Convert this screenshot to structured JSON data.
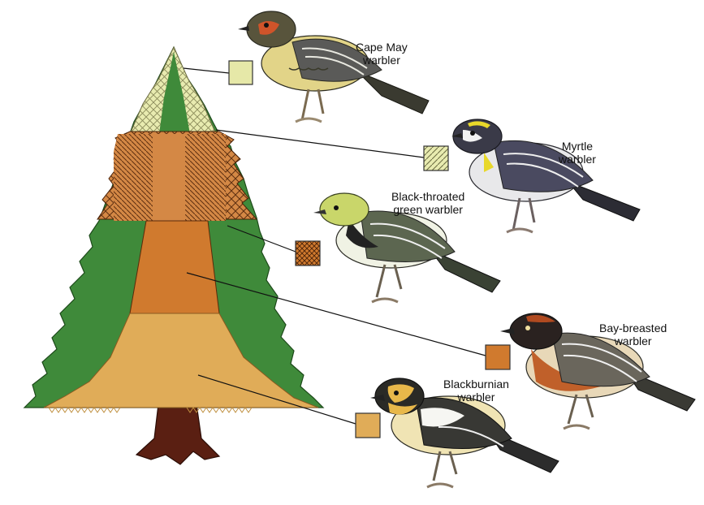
{
  "colors": {
    "pale_yellow": "#e6e8a8",
    "light_orange_brown": "#cf7f3a",
    "orange": "#d07a2e",
    "golden": "#e0ac58",
    "tree_green": "#3f8a3a",
    "trunk": "#5a1f12"
  },
  "warblers": [
    {
      "line1": "Cape May",
      "line2": "warbler",
      "zone": "treetop",
      "swatch": "pale-yellow-solid"
    },
    {
      "line1": "Myrtle",
      "line2": "warbler",
      "zone": "upper-outer",
      "swatch": "pale-yellow-hatched"
    },
    {
      "line1": "Black-throated",
      "line2": "green warbler",
      "zone": "upper-branches",
      "swatch": "orange-crosshatched"
    },
    {
      "line1": "Bay-breasted",
      "line2": "warbler",
      "zone": "middle-interior",
      "swatch": "orange-solid"
    },
    {
      "line1": "Blackburnian",
      "line2": "warbler",
      "zone": "lower-branches",
      "swatch": "golden-solid"
    }
  ]
}
